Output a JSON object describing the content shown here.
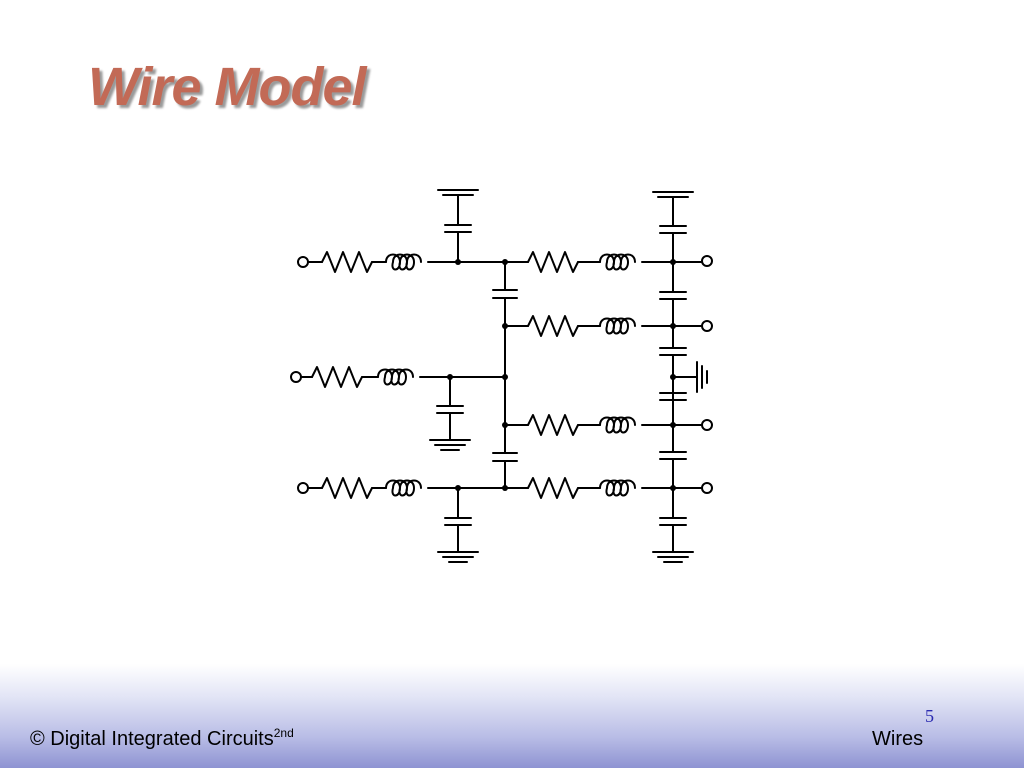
{
  "slide": {
    "title": "Wire Model",
    "page_number": "5",
    "footer": {
      "copyright_text": "© Digital Integrated Circuits",
      "edition_superscript": "2nd",
      "section": "Wires"
    }
  },
  "colors": {
    "title": "#c26a56",
    "footer_gradient_bottom": "#8e93d2",
    "page_number": "#2a2ab0",
    "schematic_line": "#000000"
  },
  "diagram": {
    "description_icon": "distributed-rlc-coupled-wire-schematic-icon"
  }
}
